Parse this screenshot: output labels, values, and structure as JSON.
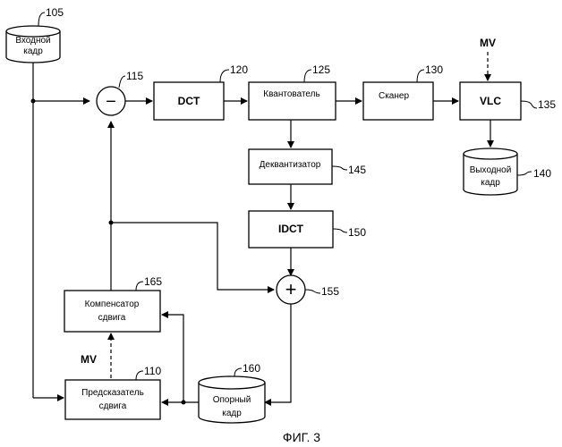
{
  "blocks": {
    "input_frame": {
      "line1": "Входной",
      "line2": "кадр",
      "ref": "105"
    },
    "subtractor": {
      "symbol": "−",
      "ref": "115"
    },
    "dct": {
      "label": "DCT",
      "ref": "120"
    },
    "quantizer": {
      "label": "Квантователь",
      "ref": "125"
    },
    "scanner": {
      "label": "Сканер",
      "ref": "130"
    },
    "vlc": {
      "label": "VLC",
      "ref": "135"
    },
    "output_frame": {
      "line1": "Выходной",
      "line2": "кадр",
      "ref": "140"
    },
    "dequantizer": {
      "label": "Деквантизатор",
      "ref": "145"
    },
    "idct": {
      "label": "IDCT",
      "ref": "150"
    },
    "adder": {
      "symbol": "+",
      "ref": "155"
    },
    "reference_frame": {
      "line1": "Опорный",
      "line2": "кадр",
      "ref": "160"
    },
    "motion_compensator": {
      "line1": "Компенсатор",
      "line2": "сдвига",
      "ref": "165"
    },
    "motion_predictor": {
      "line1": "Предсказатель",
      "line2": "сдвига",
      "ref": "110"
    }
  },
  "signals": {
    "mv_top": "MV",
    "mv_left": "MV"
  },
  "caption": "ФИГ. 3"
}
